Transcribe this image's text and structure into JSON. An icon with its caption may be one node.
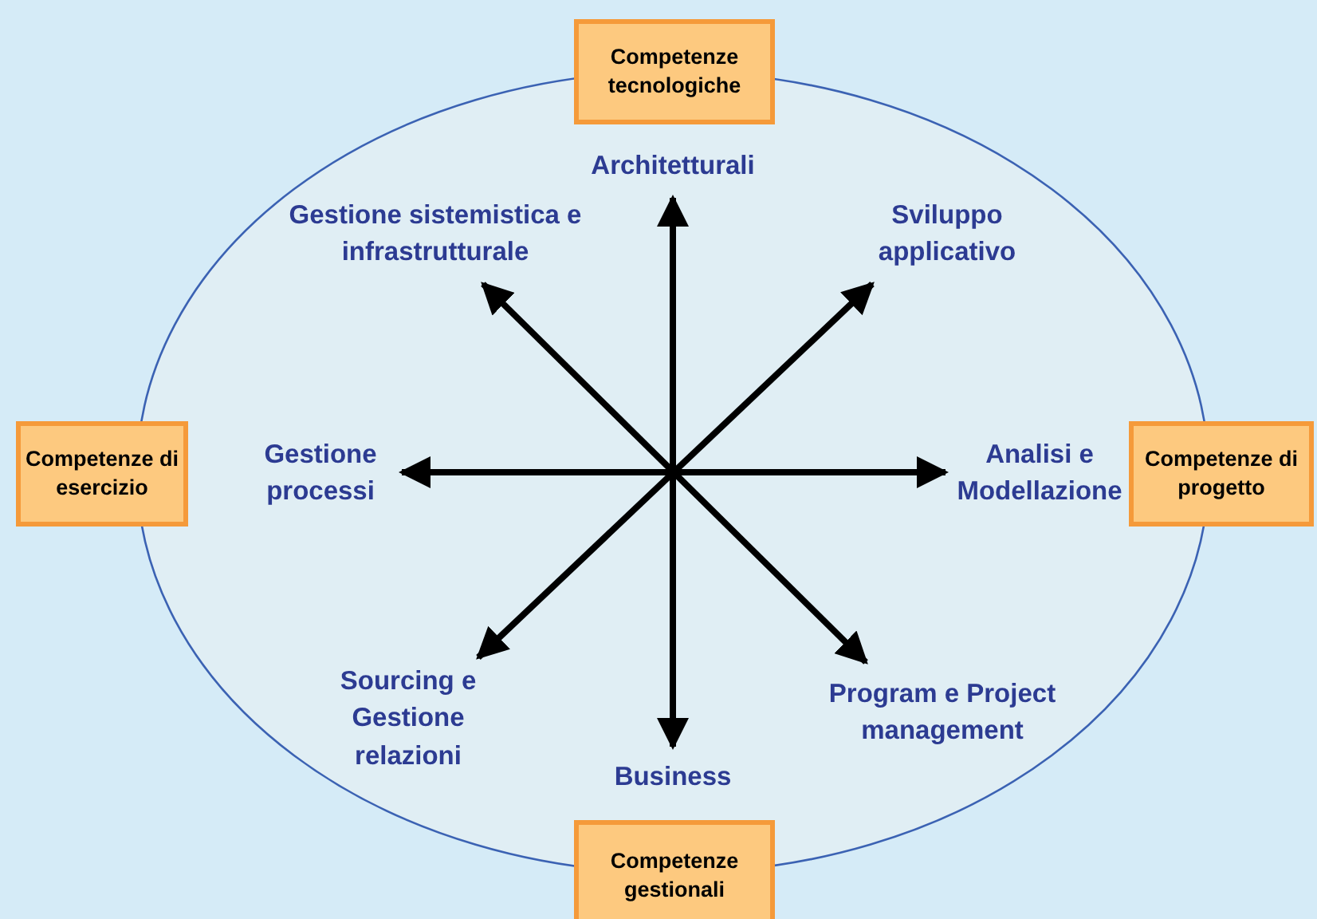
{
  "diagram": {
    "nodes": [
      {
        "text": [
          "Competenze tecnologiche"
        ]
      },
      {
        "text": [
          "Architetturali"
        ]
      },
      {
        "text": [
          "Gestione sistemistica e infrastrutturale"
        ]
      },
      {
        "text": [
          "Sviluppo applicativo"
        ]
      },
      {
        "text": [
          "Competenze di esercizio"
        ]
      },
      {
        "text": [
          "Gestione processi"
        ]
      },
      {
        "text": [
          "Analisi e Modellazione"
        ]
      },
      {
        "text": [
          "Competenze di progetto"
        ]
      },
      {
        "text": [
          "Sourcing e Gestione relazioni"
        ]
      },
      {
        "text": [
          "Program e Project management"
        ]
      },
      {
        "text": [
          "Business"
        ]
      },
      {
        "text": [
          "Competenze gestionali"
        ]
      }
    ],
    "edges": [
      {
        "from": 1,
        "to": 10,
        "arrow": "both"
      },
      {
        "from": 2,
        "to": 9,
        "arrow": "both"
      },
      {
        "from": 5,
        "to": 6,
        "arrow": "both"
      },
      {
        "from": 3,
        "to": 8,
        "arrow": "both"
      }
    ]
  }
}
